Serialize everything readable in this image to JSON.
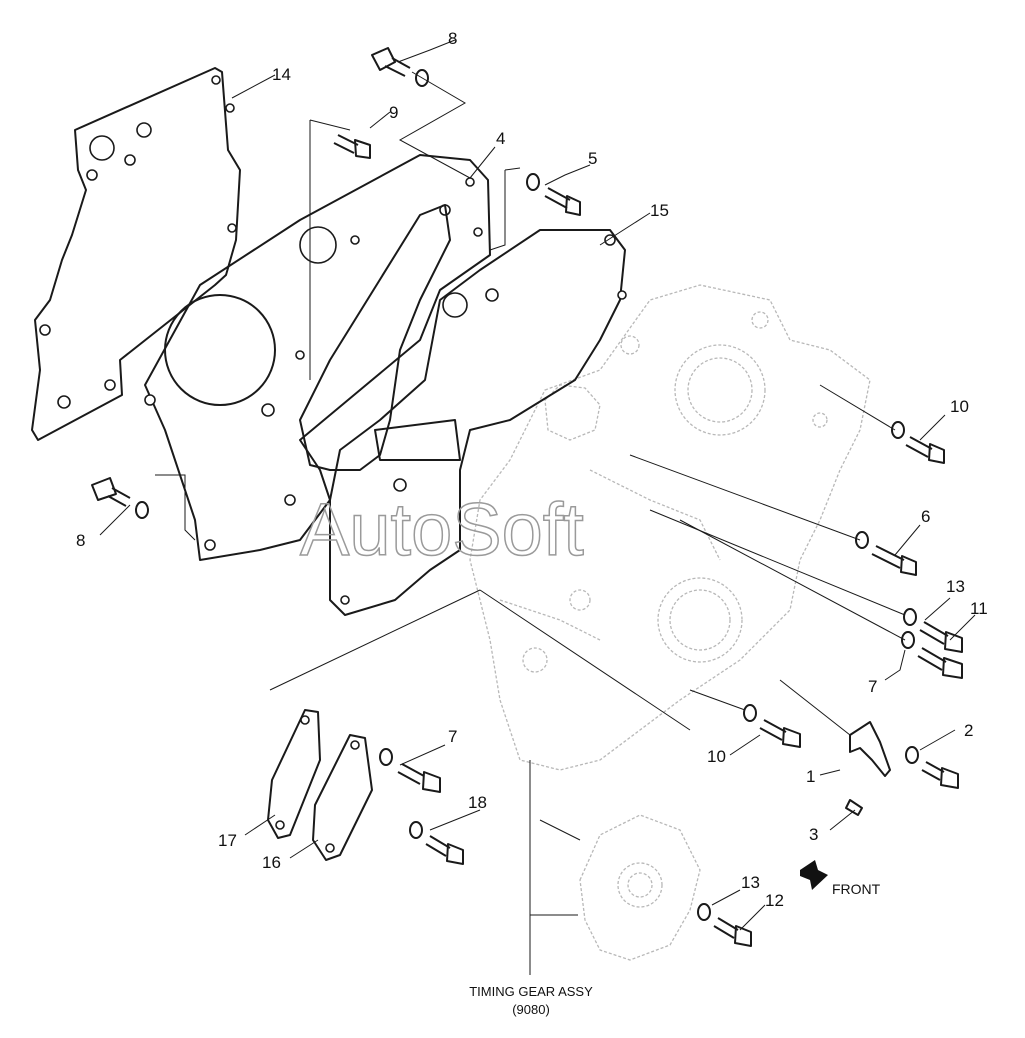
{
  "callouts": [
    {
      "id": "c14a",
      "text": "14"
    },
    {
      "id": "c8a",
      "text": "8"
    },
    {
      "id": "c9",
      "text": "9"
    },
    {
      "id": "c4",
      "text": "4"
    },
    {
      "id": "c5",
      "text": "5"
    },
    {
      "id": "c15",
      "text": "15"
    },
    {
      "id": "c10a",
      "text": "10"
    },
    {
      "id": "c6",
      "text": "6"
    },
    {
      "id": "c13a",
      "text": "13"
    },
    {
      "id": "c11",
      "text": "11"
    },
    {
      "id": "c7a",
      "text": "7"
    },
    {
      "id": "c8b",
      "text": "8"
    },
    {
      "id": "c2",
      "text": "2"
    },
    {
      "id": "c1",
      "text": "1"
    },
    {
      "id": "c3",
      "text": "3"
    },
    {
      "id": "c10b",
      "text": "10"
    },
    {
      "id": "c7b",
      "text": "7"
    },
    {
      "id": "c18",
      "text": "18"
    },
    {
      "id": "c17",
      "text": "17"
    },
    {
      "id": "c16",
      "text": "16"
    },
    {
      "id": "c13b",
      "text": "13"
    },
    {
      "id": "c12",
      "text": "12"
    }
  ],
  "front_label": "FRONT",
  "assembly": {
    "name": "TIMING GEAR ASSY",
    "code": "(9080)"
  },
  "watermark": "AutoSoft"
}
